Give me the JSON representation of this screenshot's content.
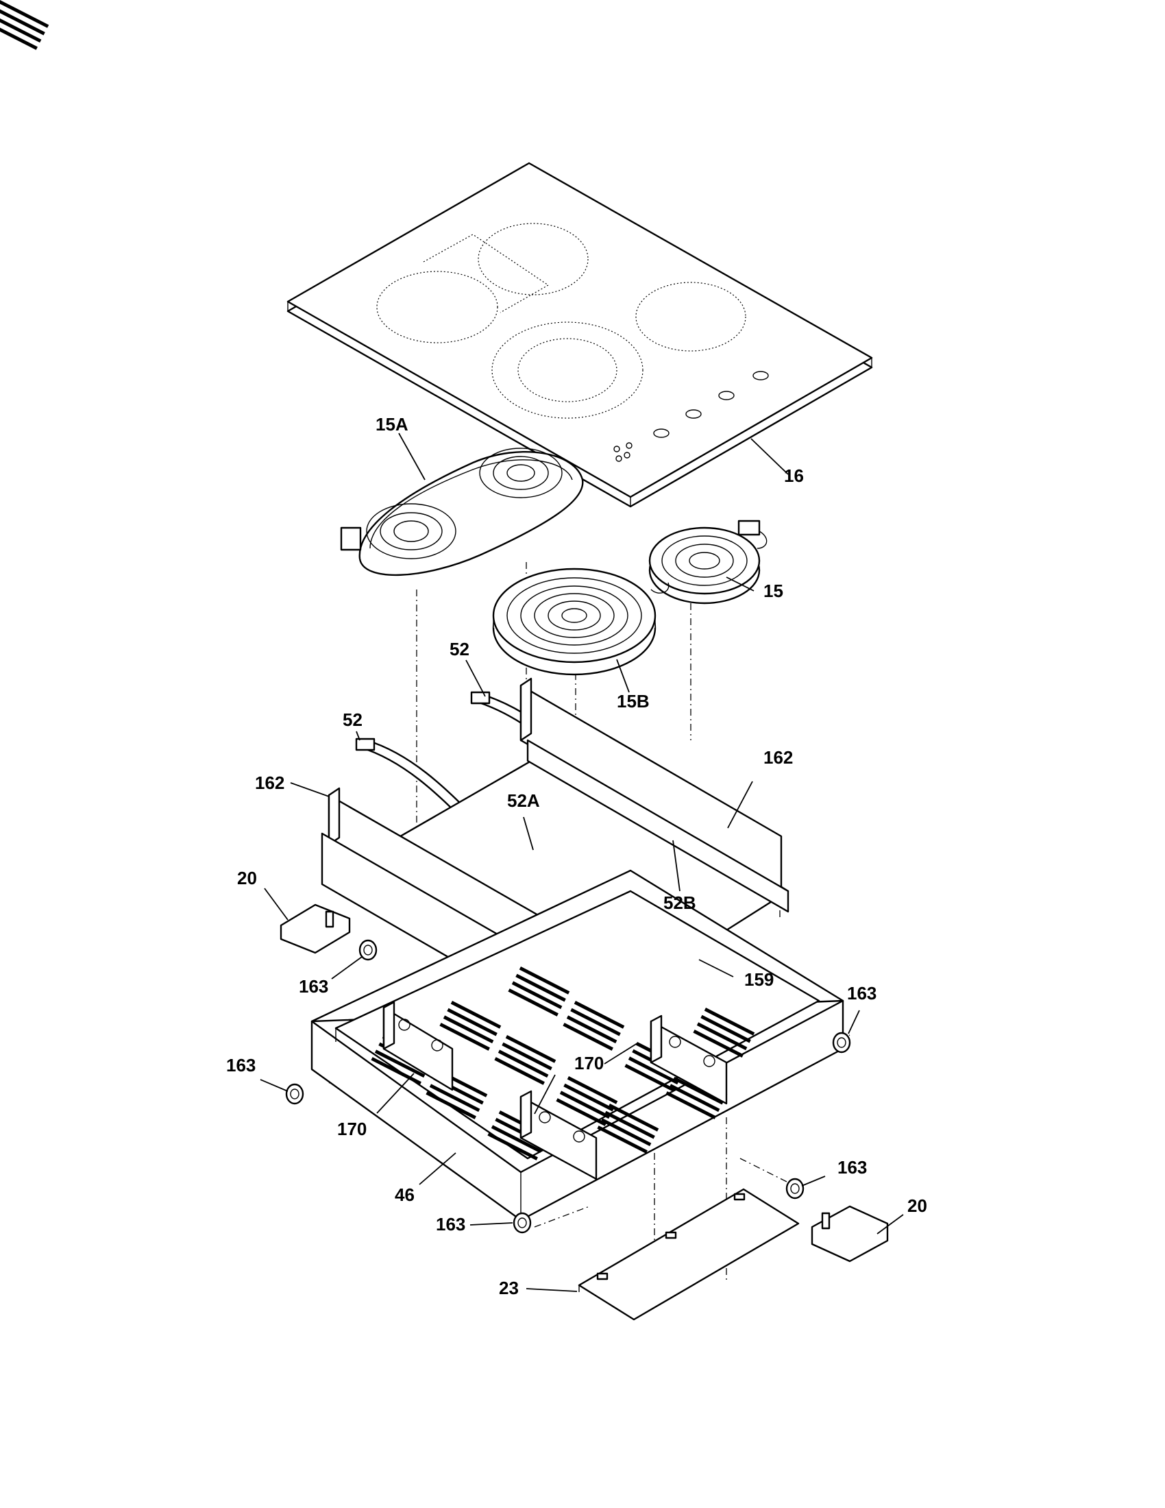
{
  "diagram": {
    "labels": [
      {
        "id": "16",
        "text": "16"
      },
      {
        "id": "15A",
        "text": "15A"
      },
      {
        "id": "15",
        "text": "15"
      },
      {
        "id": "15B",
        "text": "15B"
      },
      {
        "id": "52a",
        "text": "52"
      },
      {
        "id": "52b",
        "text": "52"
      },
      {
        "id": "162a",
        "text": "162"
      },
      {
        "id": "162b",
        "text": "162"
      },
      {
        "id": "52A",
        "text": "52A"
      },
      {
        "id": "52B",
        "text": "52B"
      },
      {
        "id": "20a",
        "text": "20"
      },
      {
        "id": "163a",
        "text": "163"
      },
      {
        "id": "159",
        "text": "159"
      },
      {
        "id": "163b",
        "text": "163"
      },
      {
        "id": "163c",
        "text": "163"
      },
      {
        "id": "170a",
        "text": "170"
      },
      {
        "id": "170b",
        "text": "170"
      },
      {
        "id": "46",
        "text": "46"
      },
      {
        "id": "163d",
        "text": "163"
      },
      {
        "id": "163e",
        "text": "163"
      },
      {
        "id": "20b",
        "text": "20"
      },
      {
        "id": "23",
        "text": "23"
      }
    ]
  }
}
